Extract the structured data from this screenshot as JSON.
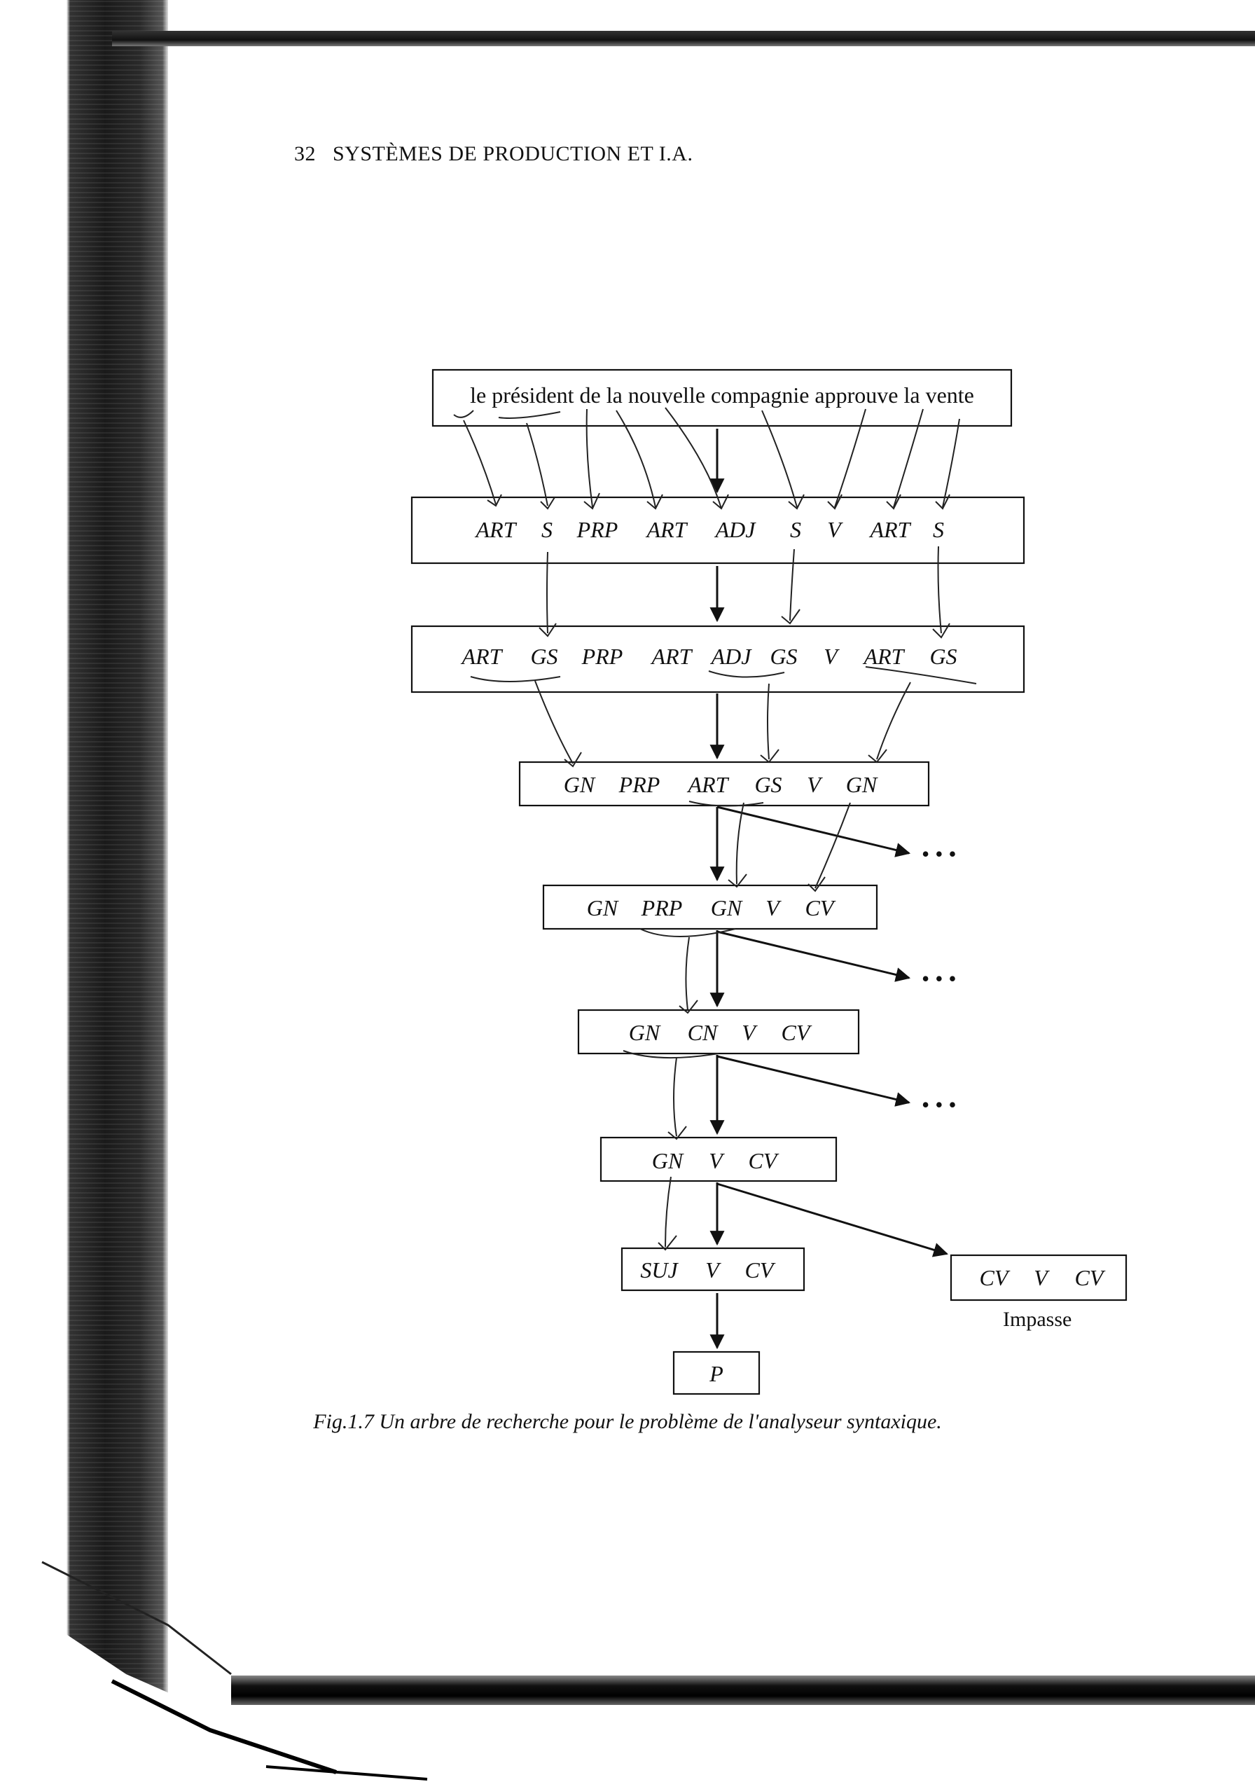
{
  "running_head": {
    "page_number": "32",
    "title": "SYSTÈMES DE PRODUCTION ET I.A."
  },
  "sentence": "le président de la nouvelle compagnie approuve la vente",
  "levels": [
    [
      "ART",
      "S",
      "PRP",
      "ART",
      "ADJ",
      "S",
      "V",
      "ART",
      "S"
    ],
    [
      "ART",
      "GS",
      "PRP",
      "ART",
      "ADJ",
      "GS",
      "V",
      "ART",
      "GS"
    ],
    [
      "GN",
      "PRP",
      "ART",
      "GS",
      "V",
      "GN"
    ],
    [
      "GN",
      "PRP",
      "GN",
      "V",
      "CV"
    ],
    [
      "GN",
      "CN",
      "V",
      "CV"
    ],
    [
      "GN",
      "V",
      "CV"
    ],
    [
      "SUJ",
      "V",
      "CV"
    ],
    [
      "P"
    ]
  ],
  "impasse_node": [
    "CV",
    "V",
    "CV"
  ],
  "impasse_label": "Impasse",
  "ellipsis": "• • •",
  "caption": "Fig.1.7 Un arbre de recherche pour le problème de l'analyseur syntaxique."
}
